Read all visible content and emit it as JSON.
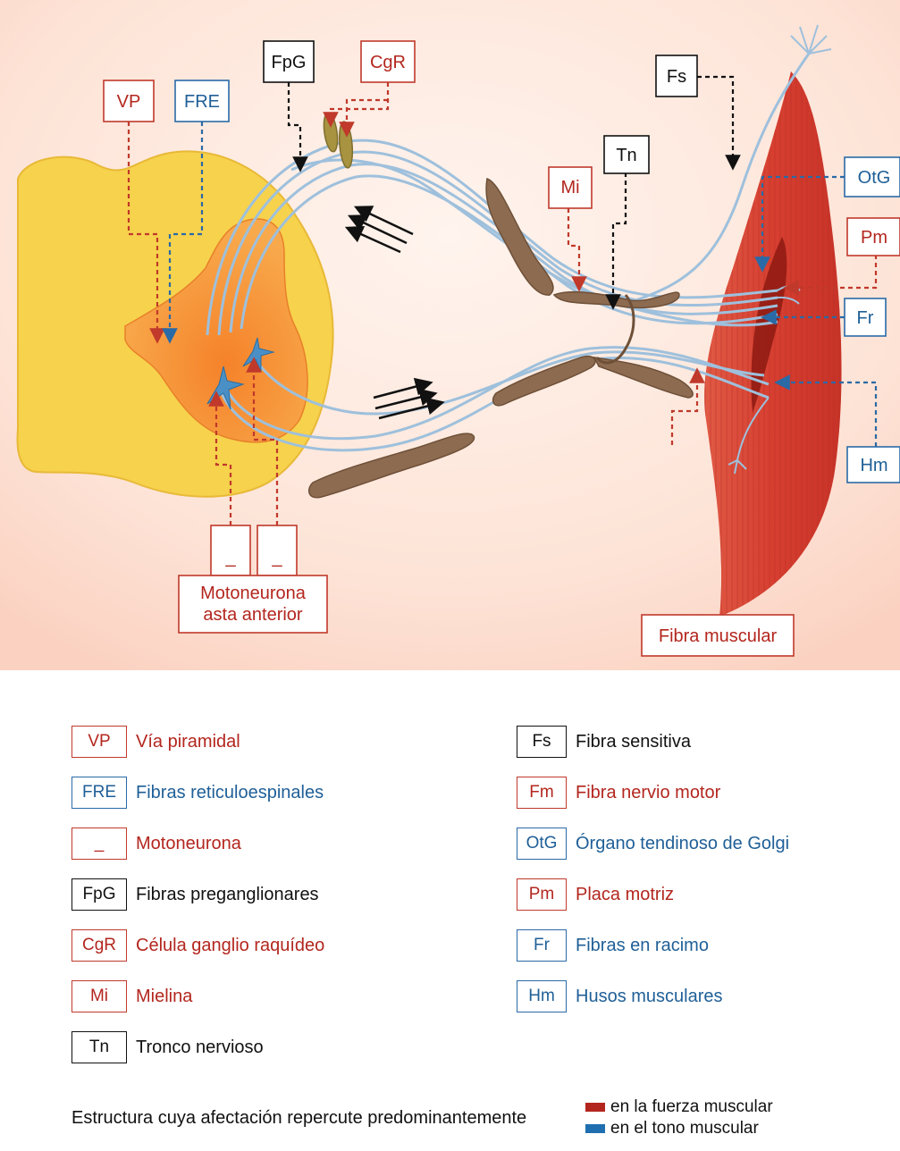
{
  "labels": {
    "vp": "VP",
    "fre": "FRE",
    "fpg": "FpG",
    "cgr": "CgR",
    "fs": "Fs",
    "tn": "Tn",
    "mi": "Mi",
    "otg": "OtG",
    "pm": "Pm",
    "fr": "Fr",
    "hm": "Hm",
    "motoneuron_a": "_",
    "motoneuron_b": "_",
    "motoneurona_line1": "Motoneurona",
    "motoneurona_line2": "asta anterior",
    "fibra_muscular": "Fibra muscular"
  },
  "legend_left": [
    {
      "abbr": "VP",
      "text": "Vía piramidal",
      "color": "red"
    },
    {
      "abbr": "FRE",
      "text": "Fibras reticuloespinales",
      "color": "blue"
    },
    {
      "abbr": "_",
      "text": "Motoneurona",
      "color": "red"
    },
    {
      "abbr": "FpG",
      "text": "Fibras preganglionares",
      "color": "black"
    },
    {
      "abbr": "CgR",
      "text": "Célula ganglio raquídeo",
      "color": "red"
    },
    {
      "abbr": "Mi",
      "text": "Mielina",
      "color": "red"
    },
    {
      "abbr": "Tn",
      "text": "Tronco nervioso",
      "color": "black"
    }
  ],
  "legend_right": [
    {
      "abbr": "Fs",
      "text": "Fibra sensitiva",
      "color": "black"
    },
    {
      "abbr": "Fm",
      "text": "Fibra nervio motor",
      "color": "red"
    },
    {
      "abbr": "OtG",
      "text": "Órgano tendinoso de Golgi",
      "color": "blue"
    },
    {
      "abbr": "Pm",
      "text": "Placa motriz",
      "color": "red"
    },
    {
      "abbr": "Fr",
      "text": "Fibras en racimo",
      "color": "blue"
    },
    {
      "abbr": "Hm",
      "text": "Husos musculares",
      "color": "blue"
    }
  ],
  "footer": {
    "text": "Estructura cuya afectación repercute predominantemente",
    "key_force": "en la fuerza muscular",
    "key_tone": "en el tono muscular"
  },
  "colors": {
    "red": "#c0392b",
    "blue": "#2a6aa6",
    "nerve": "#a8c8e0",
    "spinal_cord": "#f6cf47",
    "gray_matter": "#f59638",
    "muscle": "#d9473a",
    "myelin": "#8a6a52"
  }
}
